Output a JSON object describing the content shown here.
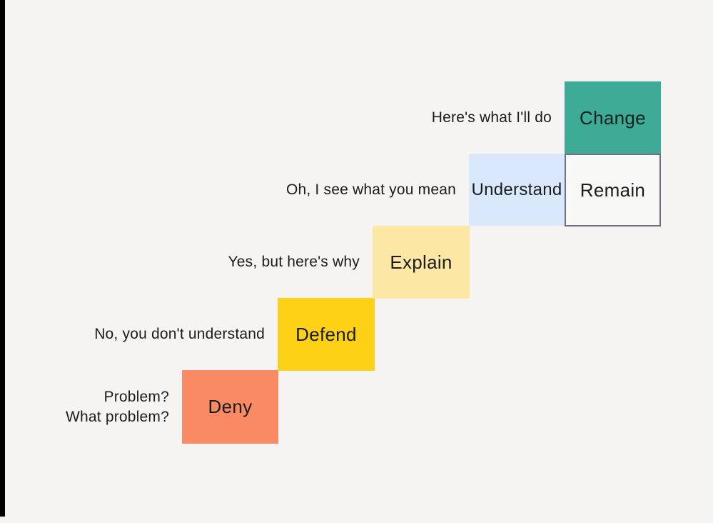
{
  "canvas": {
    "background": "#f5f4f3",
    "edge_bar_color": "#000000",
    "text_color": "#1c1c1e"
  },
  "diagram": {
    "title": "feedback-response-stairway"
  },
  "steps": [
    {
      "id": "deny",
      "label": "Deny",
      "caption": "Problem?\nWhat problem?",
      "color": "#f98a63",
      "text_color": "#1c1c1e"
    },
    {
      "id": "defend",
      "label": "Defend",
      "caption": "No, you don't understand",
      "color": "#fcd116",
      "text_color": "#1c1c1e"
    },
    {
      "id": "explain",
      "label": "Explain",
      "caption": "Yes, but here's why",
      "color": "#fce7a4",
      "text_color": "#1c1c1e"
    },
    {
      "id": "understand",
      "label": "Understand",
      "caption": "Oh, I see what you mean",
      "color": "#d9e9fb",
      "text_color": "#1c1c1e"
    },
    {
      "id": "change",
      "label": "Change",
      "caption": "Here's what I'll do",
      "color": "#3eab96",
      "text_color": "#12211e"
    },
    {
      "id": "remain",
      "label": "Remain",
      "caption": "",
      "color": "#f8f8f7",
      "border_color": "#6f6f84",
      "text_color": "#1c1c1e"
    }
  ]
}
